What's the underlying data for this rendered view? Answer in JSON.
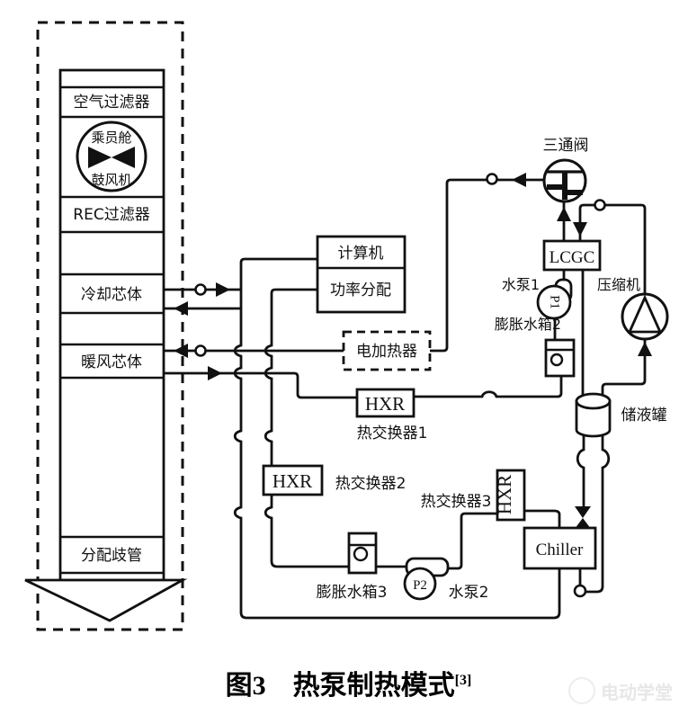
{
  "cabin": {
    "air_filter": "空气过滤器",
    "cabin_label": "乘员舱",
    "blower": "鼓风机",
    "rec_filter": "REC过滤器",
    "cooling_core": "冷却芯体",
    "heater_core": "暖风芯体",
    "distribution_manifold": "分配歧管"
  },
  "components": {
    "computer": "计算机",
    "power_distribution": "功率分配",
    "electric_heater": "电加热器",
    "hxr": "HXR",
    "heat_exchanger_1": "热交换器1",
    "heat_exchanger_2": "热交换器2",
    "heat_exchanger_3": "热交换器3",
    "three_way_valve": "三通阀",
    "lcgc": "LCGC",
    "water_pump_1": "水泵1",
    "pump1": "P1",
    "compressor": "压缩机",
    "expansion_tank_2": "膨胀水箱2",
    "reservoir": "储液罐",
    "chiller": "Chiller",
    "expansion_tank_3": "膨胀水箱3",
    "pump2": "P2",
    "water_pump_2": "水泵2"
  },
  "caption": {
    "figure_no": "图3",
    "title": "热泵制热模式",
    "ref": "[3]"
  },
  "watermark": "电动学堂",
  "colors": {
    "line": "#111111",
    "background": "#ffffff"
  }
}
